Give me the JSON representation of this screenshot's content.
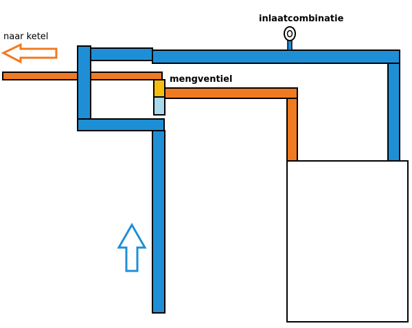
{
  "labels": {
    "naar_ketel": "naar ketel",
    "inlaatcombinatie": "inlaatcombinatie",
    "mengventiel": "mengventiel"
  },
  "colors": {
    "cold_pipe": "#1e8fd6",
    "hot_pipe": "#f07a22",
    "valve_hot": "#f5be0f",
    "valve_cold": "#a8d8ec",
    "outline": "#000000",
    "background": "#ffffff"
  },
  "icons": {
    "outflow_arrow": "left-arrow-outline-orange",
    "inflow_arrow": "up-arrow-outline-blue",
    "inlet_valve": "valve-handle-icon",
    "boiler": "boiler-tank"
  }
}
